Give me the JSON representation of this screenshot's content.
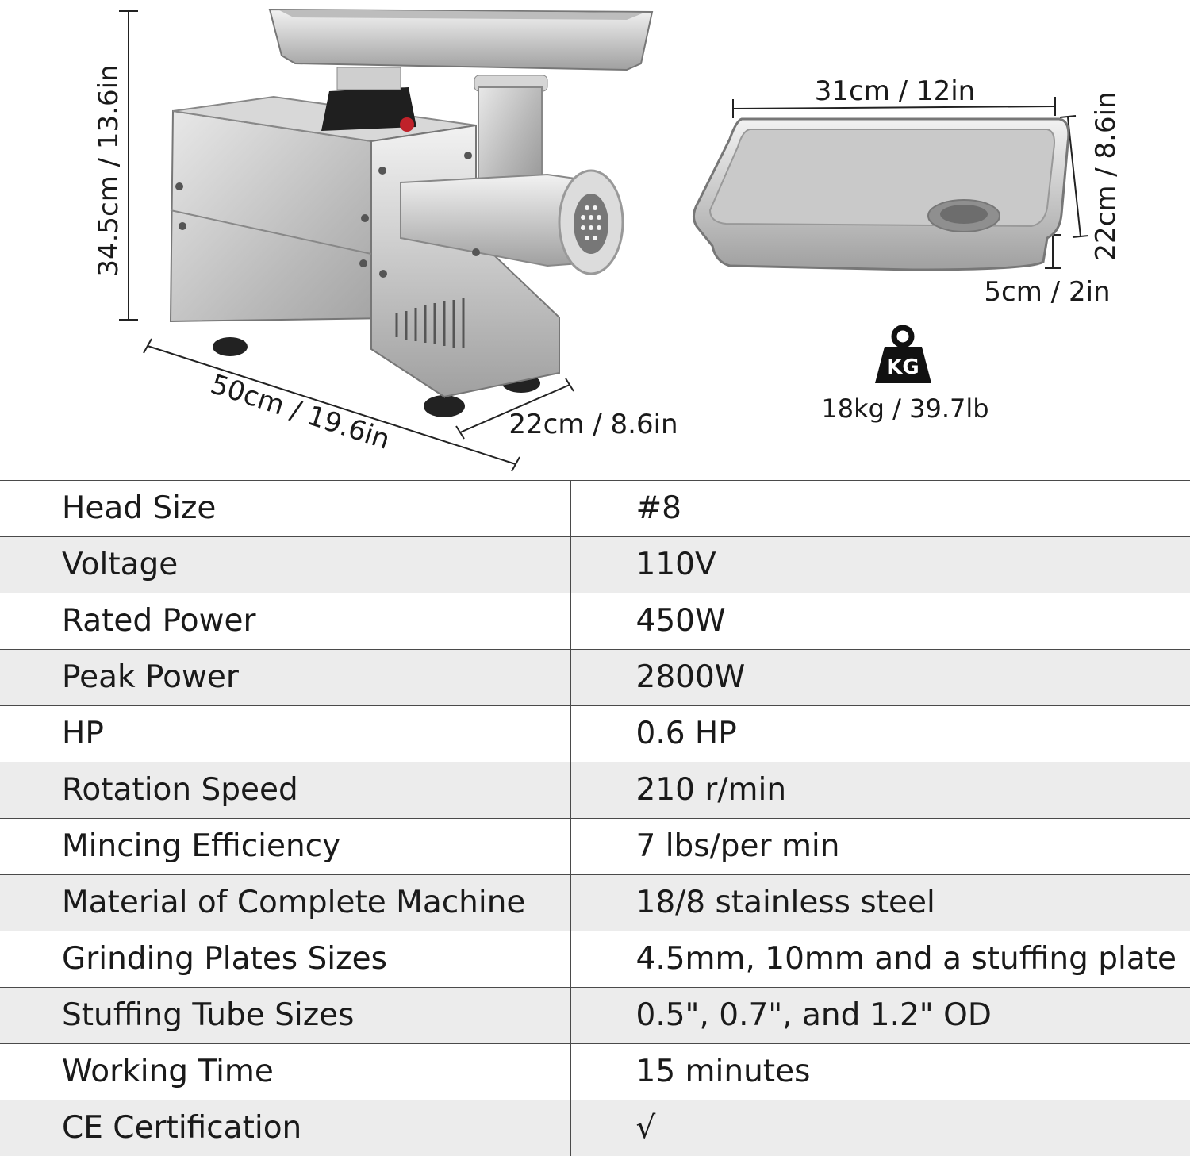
{
  "dimensions": {
    "machine_height": "34.5cm / 13.6in",
    "machine_length": "50cm / 19.6in",
    "machine_width": "22cm / 8.6in",
    "tray_length": "31cm / 12in",
    "tray_width": "22cm / 8.6in",
    "tray_depth": "5cm / 2in",
    "weight": "18kg / 39.7lb",
    "weight_icon_label": "KG"
  },
  "specs": [
    {
      "label": "Head Size",
      "value": "#8"
    },
    {
      "label": "Voltage",
      "value": "110V"
    },
    {
      "label": "Rated Power",
      "value": "450W"
    },
    {
      "label": "Peak Power",
      "value": "2800W"
    },
    {
      "label": "HP",
      "value": "0.6 HP"
    },
    {
      "label": "Rotation Speed",
      "value": "210 r/min"
    },
    {
      "label": "Mincing Efficiency",
      "value": "7 lbs/per min"
    },
    {
      "label": "Material of Complete Machine",
      "value": "18/8 stainless steel"
    },
    {
      "label": "Grinding Plates Sizes",
      "value": "4.5mm, 10mm and a stuffing plate"
    },
    {
      "label": "Stuffing Tube Sizes",
      "value": "0.5\", 0.7\", and 1.2\" OD"
    },
    {
      "label": "Working Time",
      "value": "15 minutes"
    },
    {
      "label": "CE Certification",
      "value": "√"
    }
  ]
}
